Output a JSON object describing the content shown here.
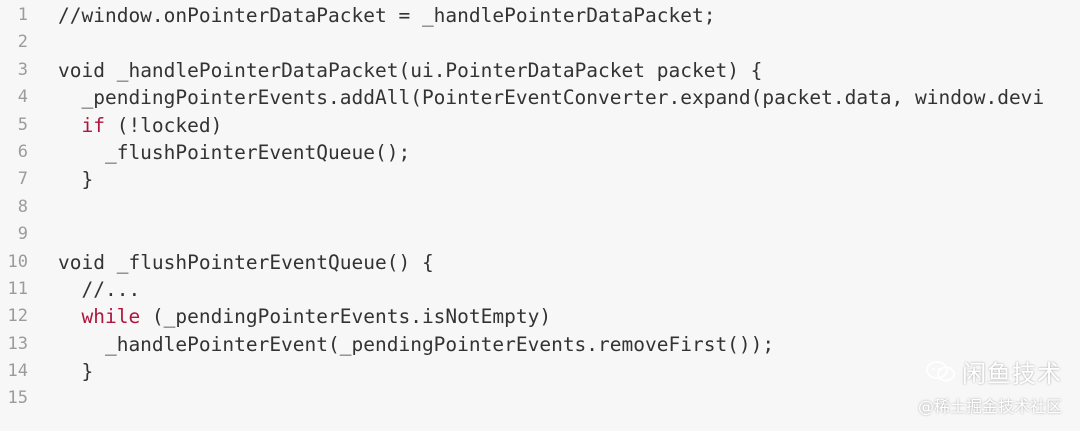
{
  "editor": {
    "language": "dart",
    "lines": [
      {
        "num": "1",
        "segments": [
          {
            "t": "//window.onPointerDataPacket = _handlePointerDataPacket;",
            "c": "plain"
          }
        ]
      },
      {
        "num": "2",
        "segments": []
      },
      {
        "num": "3",
        "segments": [
          {
            "t": "void",
            "c": "plain"
          },
          {
            "t": " _handlePointerDataPacket(ui.PointerDataPacket packet) {",
            "c": "plain"
          }
        ]
      },
      {
        "num": "4",
        "segments": [
          {
            "t": "  _pendingPointerEvents.addAll(PointerEventConverter.expand(packet.data, window.devi",
            "c": "plain"
          }
        ]
      },
      {
        "num": "5",
        "segments": [
          {
            "t": "  ",
            "c": "plain"
          },
          {
            "t": "if",
            "c": "kw"
          },
          {
            "t": " (!locked)",
            "c": "plain"
          }
        ]
      },
      {
        "num": "6",
        "segments": [
          {
            "t": "    _flushPointerEventQueue();",
            "c": "plain"
          }
        ]
      },
      {
        "num": "7",
        "segments": [
          {
            "t": "  }",
            "c": "plain"
          }
        ]
      },
      {
        "num": "8",
        "segments": []
      },
      {
        "num": "9",
        "segments": []
      },
      {
        "num": "10",
        "segments": [
          {
            "t": "void",
            "c": "plain"
          },
          {
            "t": " _flushPointerEventQueue() {",
            "c": "plain"
          }
        ]
      },
      {
        "num": "11",
        "segments": [
          {
            "t": "  //...",
            "c": "plain"
          }
        ]
      },
      {
        "num": "12",
        "segments": [
          {
            "t": "  ",
            "c": "plain"
          },
          {
            "t": "while",
            "c": "kw"
          },
          {
            "t": " (_pendingPointerEvents.isNotEmpty)",
            "c": "plain"
          }
        ]
      },
      {
        "num": "13",
        "segments": [
          {
            "t": "    _handlePointerEvent(_pendingPointerEvents.removeFirst());",
            "c": "plain"
          }
        ]
      },
      {
        "num": "14",
        "segments": [
          {
            "t": "  }",
            "c": "plain"
          }
        ]
      },
      {
        "num": "15",
        "segments": []
      }
    ]
  },
  "watermark": {
    "title": "闲鱼技术",
    "subtitle": "@稀土掘金技术社区"
  },
  "colors": {
    "background": "#f7f7f7",
    "text": "#333333",
    "keyword": "#b0153c",
    "line_number": "#9b9b9b"
  }
}
